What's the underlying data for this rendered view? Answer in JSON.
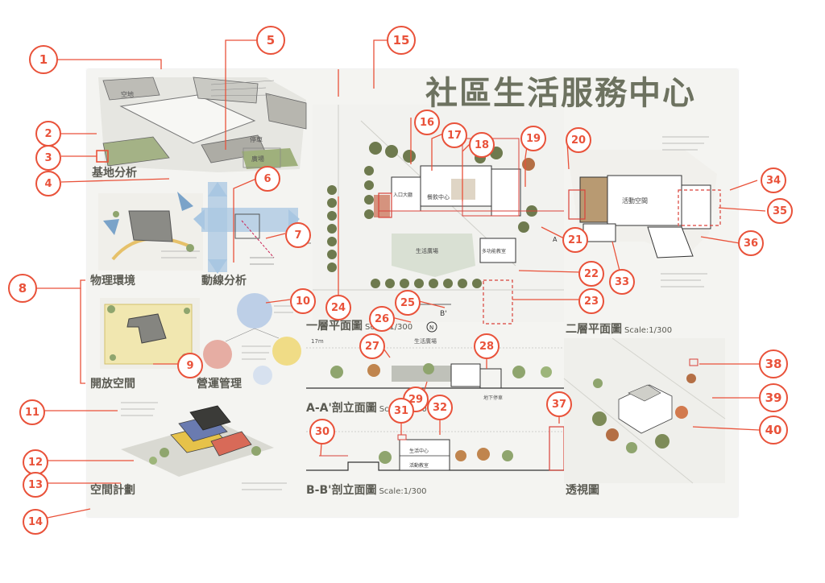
{
  "title": "社區生活服務中心",
  "sections": {
    "site_analysis": "基地分析",
    "physical_env": "物理環境",
    "circulation": "動線分析",
    "open_space": "開放空間",
    "operation": "營運管理",
    "space_plan": "空間計劃",
    "plan1": "一層平面圖",
    "plan1_scale": "Scale:1/300",
    "plan2": "二層平面圖",
    "plan2_scale": "Scale:1/300",
    "sectionAA": "A-A'剖立面圖",
    "sectionAA_scale": "Scale:1/300",
    "sectionBB": "B-B'剖立面圖",
    "sectionBB_scale": "Scale:1/300",
    "perspective": "透視圖"
  },
  "site_labels": {
    "vacant": "空地",
    "parking": "停車",
    "plaza": "廣場",
    "a_mark": "A"
  },
  "plan_labels": {
    "dining": "餐飲中心",
    "lobby": "入口大廳",
    "activity": "多功能教室",
    "life_plaza": "生活廣場",
    "upper_space": "活動空間",
    "b_mark": "B'",
    "a_mark": "A",
    "north": "N"
  },
  "section_labels": {
    "aa_texts": [
      "17m",
      "生活廣場",
      "地下停車"
    ],
    "bb_texts": [
      "生活中心",
      "活動教室"
    ]
  },
  "callouts": [
    "1",
    "2",
    "3",
    "4",
    "5",
    "6",
    "7",
    "8",
    "9",
    "10",
    "11",
    "12",
    "13",
    "14",
    "15",
    "16",
    "17",
    "18",
    "19",
    "20",
    "21",
    "22",
    "23",
    "24",
    "25",
    "26",
    "27",
    "28",
    "29",
    "30",
    "31",
    "32",
    "33",
    "34",
    "35",
    "36",
    "37",
    "38",
    "39",
    "40"
  ],
  "colors": {
    "accent": "#e9523a",
    "tree": "#6e7a4e",
    "heading": "#5a5a52",
    "title": "#6d7260"
  }
}
